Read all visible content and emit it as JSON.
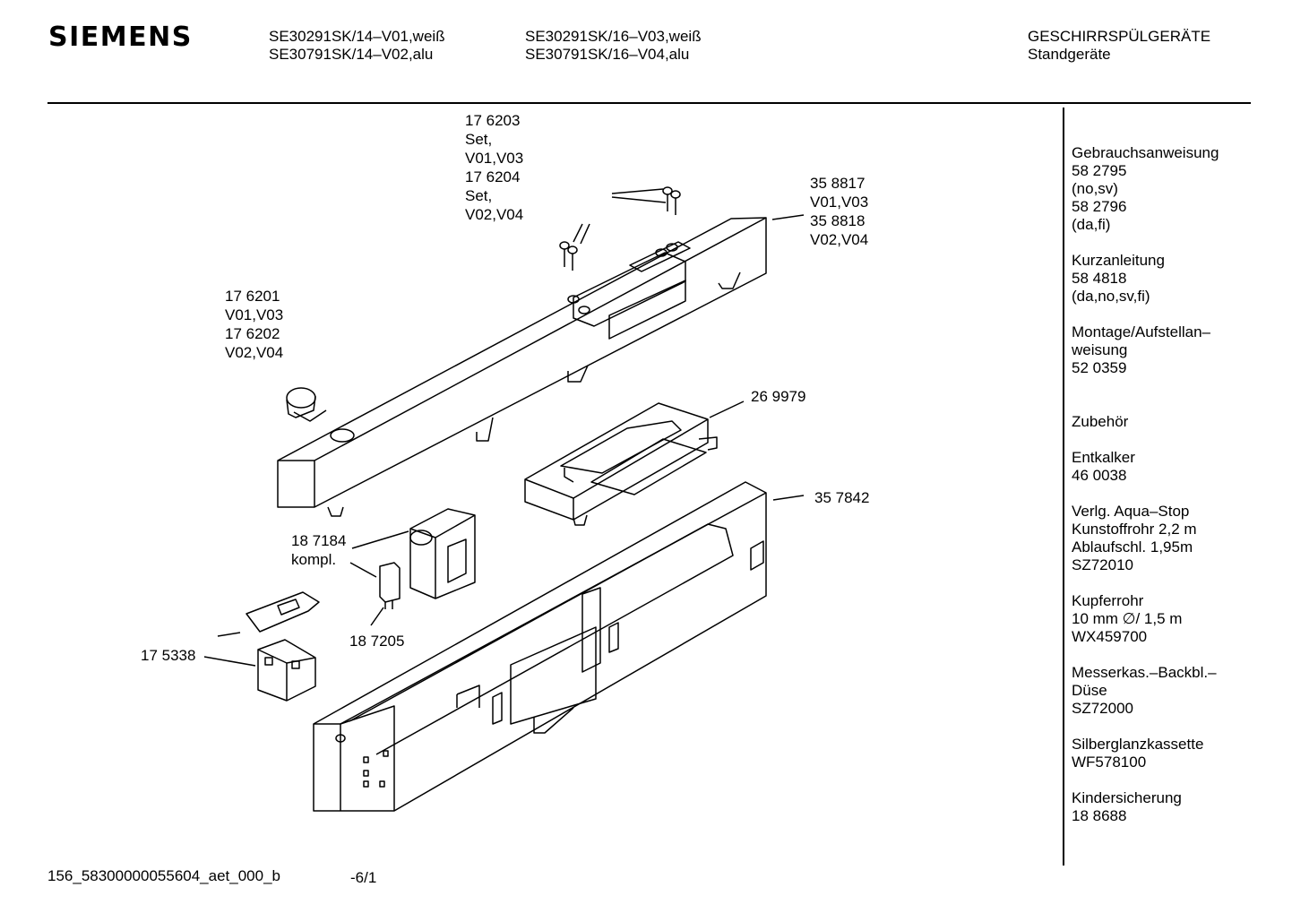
{
  "header": {
    "brand": "SIEMENS",
    "models_col1": [
      "SE30291SK/14–V01,weiß",
      "SE30791SK/14–V02,alu"
    ],
    "models_col2": [
      "SE30291SK/16–V03,weiß",
      "SE30791SK/16–V04,alu"
    ],
    "category": [
      "GESCHIRRSPÜLGERÄTE",
      "Standgeräte"
    ]
  },
  "sidebar": {
    "groups": [
      [
        "Gebrauchsanweisung",
        "58  2795",
        "(no,sv)",
        "58 2796",
        "(da,fi)"
      ],
      [
        "Kurzanleitung",
        "58 4818",
        "(da,no,sv,fi)"
      ],
      [
        "Montage/Aufstellan–",
        "weisung",
        "52 0359"
      ],
      [
        "",
        "Zubehör"
      ],
      [
        "Entkalker",
        "46 0038"
      ],
      [
        "Verlg. Aqua–Stop",
        "Kunstoffrohr 2,2 m",
        "Ablaufschl. 1,95m",
        "SZ72010"
      ],
      [
        "Kupferrohr",
        "10 mm ∅/ 1,5 m",
        "WX459700"
      ],
      [
        "Messerkas.–Backbl.–",
        "Düse",
        "SZ72000"
      ],
      [
        "Silberglanzkassette",
        "WF578100"
      ],
      [
        "Kindersicherung",
        "18 8688"
      ]
    ]
  },
  "parts": {
    "p176203": [
      "17 6203",
      "Set,",
      "V01,V03",
      "17 6204",
      "Set,",
      "V02,V04"
    ],
    "p358817": [
      "35 8817",
      "V01,V03",
      "35 8818",
      "V02,V04"
    ],
    "p176201": [
      "17 6201",
      "V01,V03",
      "17 6202",
      "V02,V04"
    ],
    "p269979": [
      "26 9979"
    ],
    "p357842": [
      "35 7842"
    ],
    "p187184": [
      "18 7184",
      "kompl."
    ],
    "p187205": [
      "18 7205"
    ],
    "p175338": [
      "17 5338"
    ]
  },
  "footer": {
    "doc_id": "156_58300000055604_aet_000_b",
    "page": "-6/1"
  }
}
